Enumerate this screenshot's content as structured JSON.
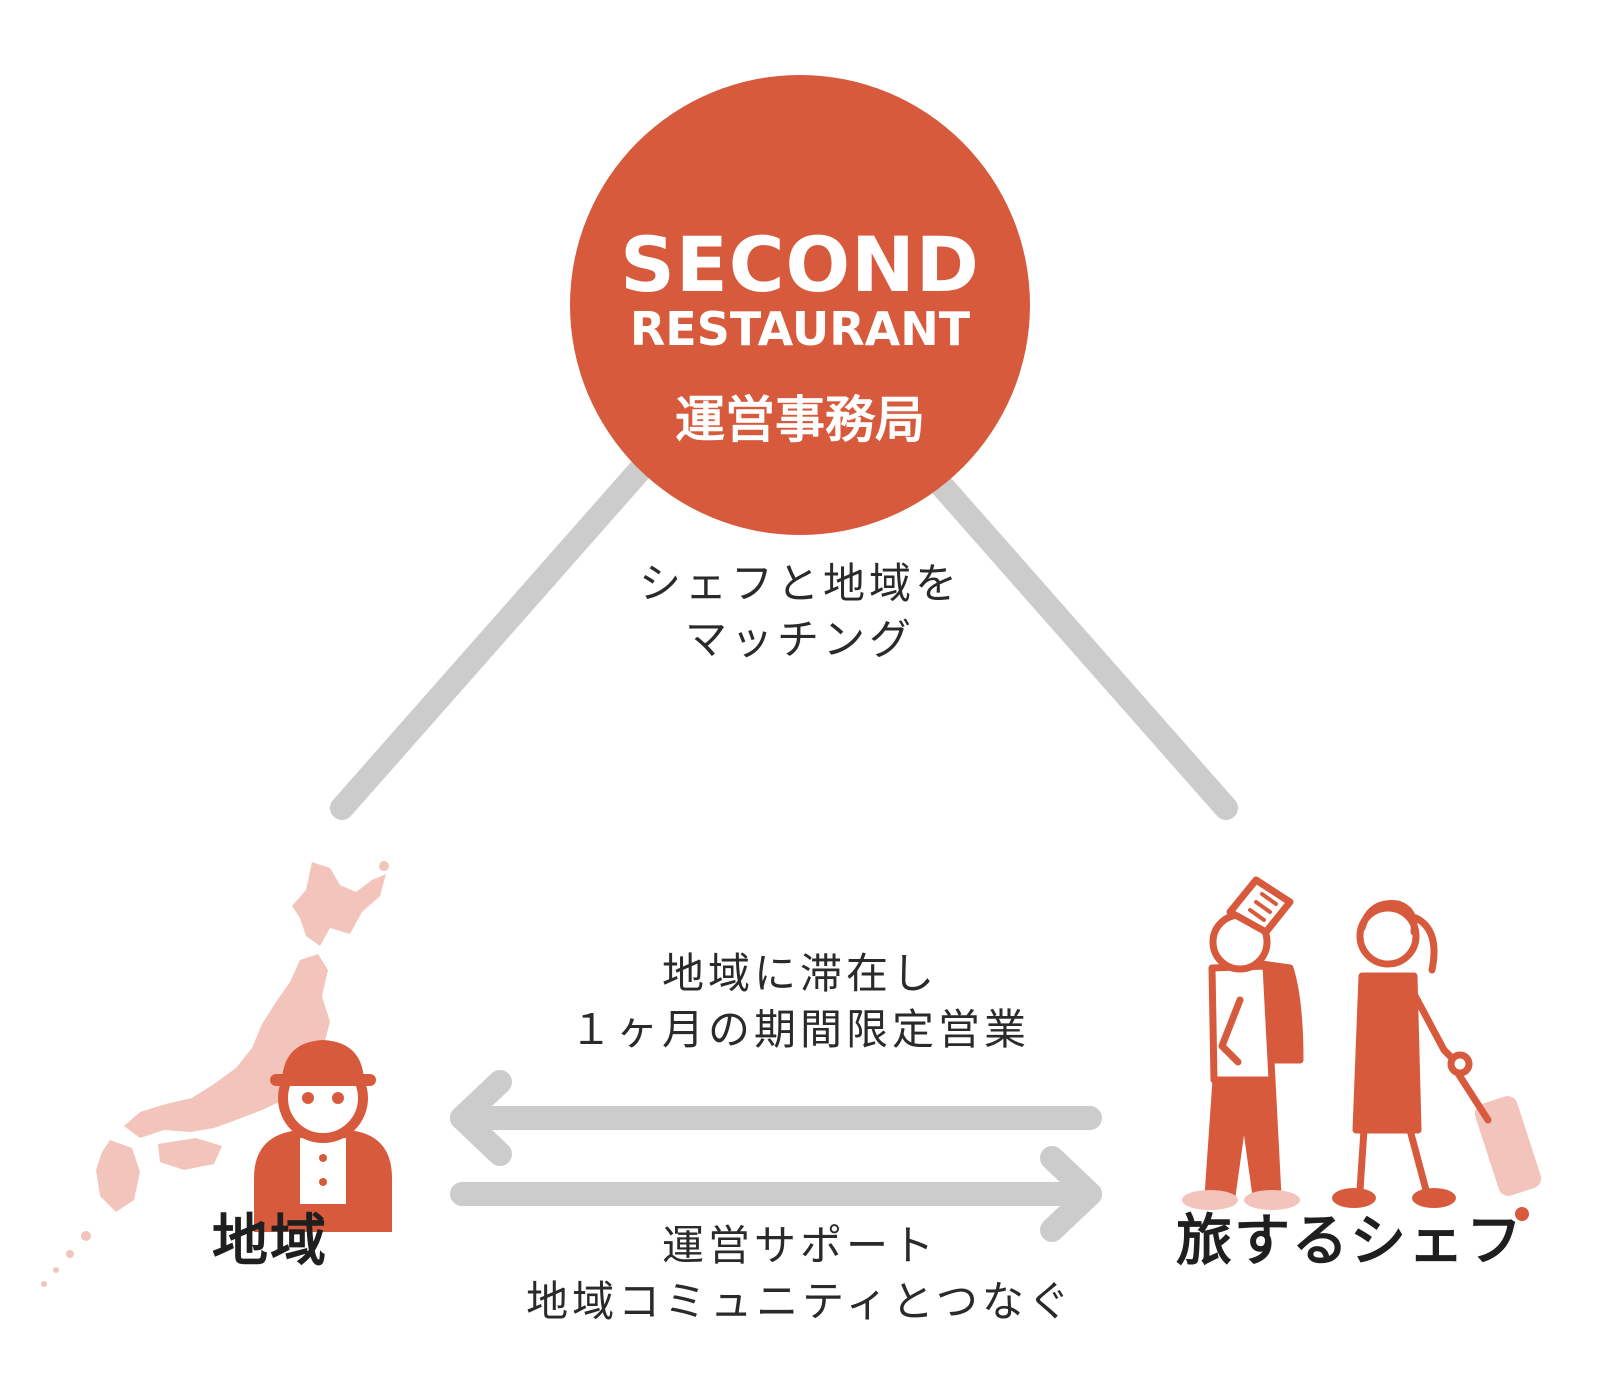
{
  "hub": {
    "line1": "SECOND",
    "line2": "RESTAURANT",
    "line3": "運営事務局"
  },
  "captions": {
    "matching": [
      "シェフと地域を",
      "マッチング"
    ],
    "stay": [
      "地域に滞在し",
      "１ヶ月の期間限定営業"
    ],
    "support": [
      "運営サポート",
      "地域コミュニティとつなぐ"
    ]
  },
  "nodes": {
    "region": "地域",
    "chef": "旅するシェフ"
  },
  "colors": {
    "accent": "#d85a3d",
    "accent_light": "#f3c4bb",
    "connector": "#cccccc",
    "text": "#2a2a2a"
  },
  "icons": [
    "japan-map-icon",
    "local-person-icon",
    "chef-with-backpack-icon",
    "woman-with-suitcase-icon"
  ]
}
